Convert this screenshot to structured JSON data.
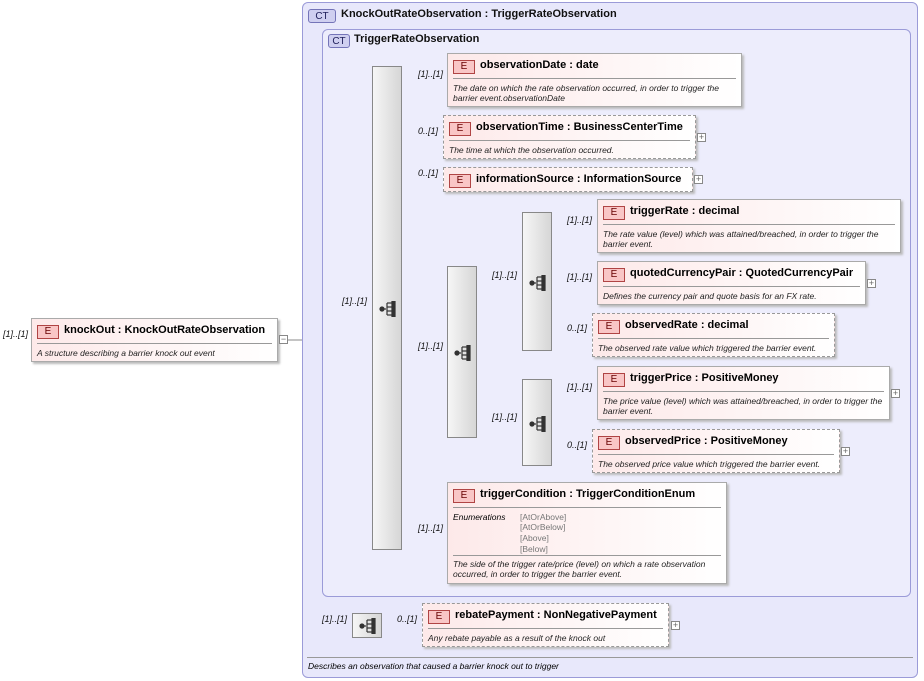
{
  "root": {
    "multiplicity": "[1]..[1]",
    "badge": "E",
    "name": "knockOut",
    "type": "KnockOutRateObservation",
    "description": "A structure describing a barrier knock out event",
    "expand": "−"
  },
  "outer_type": {
    "badge": "CT",
    "title": "KnockOutRateObservation : TriggerRateObservation",
    "description": "Describes an observation that caused a barrier knock out to trigger"
  },
  "inner_type": {
    "badge": "CT",
    "title": "TriggerRateObservation"
  },
  "connectors": {
    "seq_main": "[1]..[1]",
    "seq_choice": "[1]..[1]",
    "seq_rate": "[1]..[1]",
    "seq_price": "[1]..[1]",
    "seq_rebate": "[1]..[1]"
  },
  "elements": {
    "observationDate": {
      "badge": "E",
      "multiplicity": "[1]..[1]",
      "name": "observationDate",
      "type": "date",
      "description": "The date on which the rate observation occurred, in order to trigger the barrier event.observationDate"
    },
    "observationTime": {
      "badge": "E",
      "multiplicity": "0..[1]",
      "name": "observationTime",
      "type": "BusinessCenterTime",
      "description": "The time at which the observation occurred.",
      "expand": "+"
    },
    "informationSource": {
      "badge": "E",
      "multiplicity": "0..[1]",
      "name": "informationSource",
      "type": "InformationSource",
      "description": "",
      "expand": "+"
    },
    "triggerRate": {
      "badge": "E",
      "multiplicity": "[1]..[1]",
      "name": "triggerRate",
      "type": "decimal",
      "description": "The rate value (level) which was attained/breached, in order to trigger the barrier event."
    },
    "quotedCurrencyPair": {
      "badge": "E",
      "multiplicity": "[1]..[1]",
      "name": "quotedCurrencyPair",
      "type": "QuotedCurrencyPair",
      "description": "Defines the currency pair and quote basis for an FX rate.",
      "expand": "+"
    },
    "observedRate": {
      "badge": "E",
      "multiplicity": "0..[1]",
      "name": "observedRate",
      "type": "decimal",
      "description": "The observed rate value which triggered the barrier event."
    },
    "triggerPrice": {
      "badge": "E",
      "multiplicity": "[1]..[1]",
      "name": "triggerPrice",
      "type": "PositiveMoney",
      "description": "The price value (level) which was attained/breached, in order to trigger the barrier event.",
      "expand": "+"
    },
    "observedPrice": {
      "badge": "E",
      "multiplicity": "0..[1]",
      "name": "observedPrice",
      "type": "PositiveMoney",
      "description": "The observed price value which triggered the barrier event.",
      "expand": "+"
    },
    "triggerCondition": {
      "badge": "E",
      "multiplicity": "[1]..[1]",
      "name": "triggerCondition",
      "type": "TriggerConditionEnum",
      "enumerations_label": "Enumerations",
      "enumerations": [
        "[AtOrAbove]",
        "[AtOrBelow]",
        "[Above]",
        "[Below]"
      ],
      "description": "The side of the trigger rate/price (level) on which a rate observation occurred, in order to trigger the barrier event."
    },
    "rebatePayment": {
      "badge": "E",
      "multiplicity": "0..[1]",
      "name": "rebatePayment",
      "type": "NonNegativePayment",
      "description": "Any rebate payable as a result of the knock out",
      "expand": "+"
    }
  },
  "icons": {
    "sequence": "sequence-icon",
    "expand": "expand-icon",
    "collapse": "collapse-icon"
  }
}
